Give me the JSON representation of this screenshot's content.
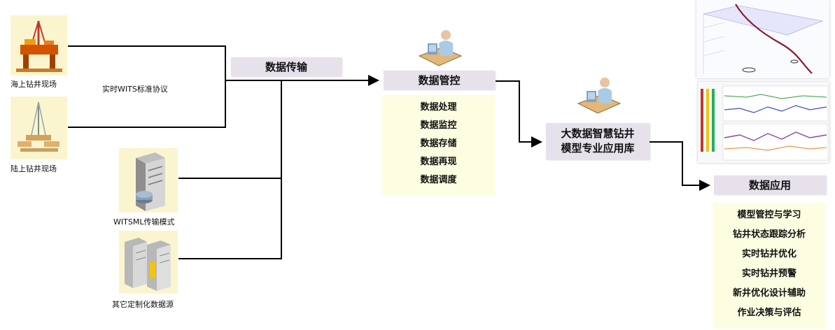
{
  "sources": {
    "offshore_label": "海上钻井现场",
    "onshore_label": "陆上钻井现场",
    "wits_protocol": "实时WITS标准协议",
    "witsml_label": "WITSML传输模式",
    "custom_label": "其它定制化数据源"
  },
  "transfer": {
    "title": "数据传输"
  },
  "management": {
    "title": "数据管控",
    "items": [
      "数据处理",
      "数据监控",
      "数据存储",
      "数据再现",
      "数据调度"
    ]
  },
  "library": {
    "line1": "大数据智慧钻井",
    "line2": "模型专业应用库"
  },
  "application": {
    "title": "数据应用",
    "items": [
      "模型管控与学习",
      "钻井状态跟踪分析",
      "实时钻井优化",
      "实时钻井预警",
      "新井优化设计辅助",
      "作业决策与评估"
    ]
  },
  "colors": {
    "header_bg": "#e6e1ea",
    "panel_bg": "#fdfde2",
    "line": "#000000"
  }
}
